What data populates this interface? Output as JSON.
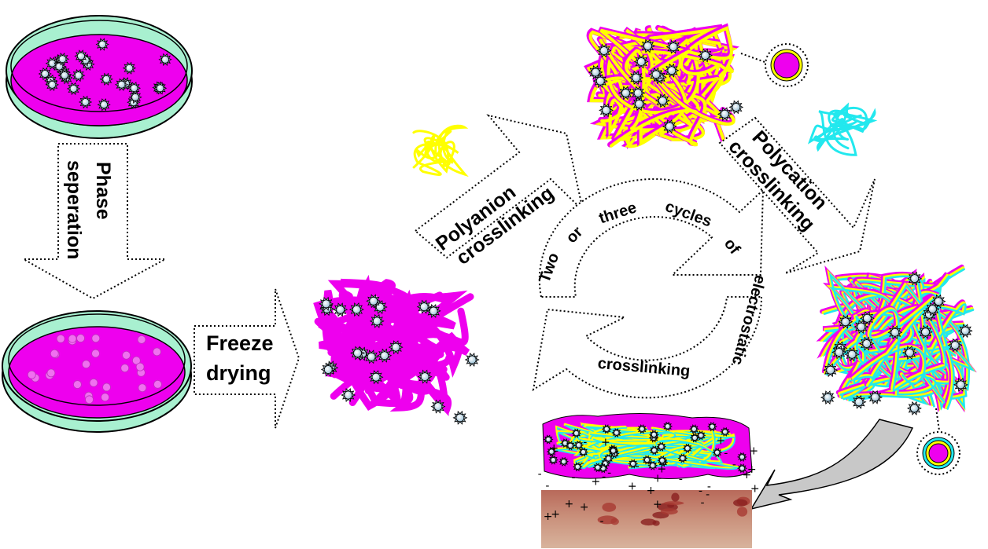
{
  "labels": {
    "phase_line1": "Phase",
    "phase_line2": "seperation",
    "freeze_line1": "Freeze",
    "freeze_line2": "drying",
    "polyanion_line1": "Polyanion",
    "polyanion_line2": "crosslinking",
    "polycation_line1": "Polycation",
    "polycation_line2": "crosslinking",
    "cycle_words": [
      "Two",
      "or",
      "three",
      "cycles",
      "of",
      "electrostatic",
      "crosslinking"
    ]
  },
  "colors": {
    "magenta": "#ee00ee",
    "yellow": "#ffff00",
    "cyan": "#22e8ee",
    "dish_green": "#a8f0d0",
    "cell_blue": "#cfe6f2",
    "wound_skin": "#c88a72"
  },
  "icons": {
    "cell": "spiked-cell-icon",
    "plus": "plus-charge",
    "minus": "minus-charge"
  }
}
